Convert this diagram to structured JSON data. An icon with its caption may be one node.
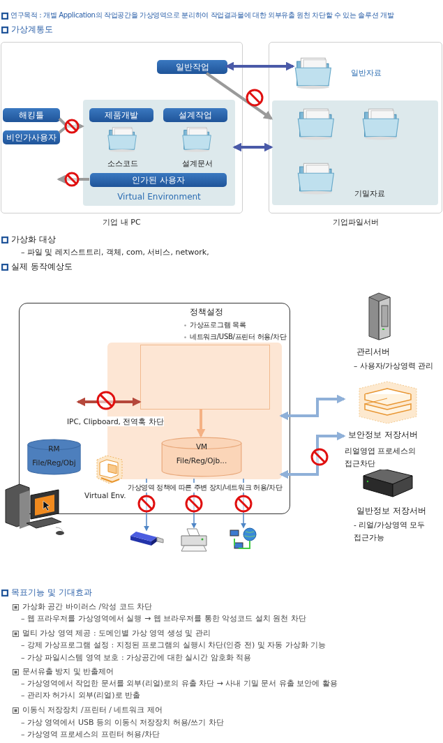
{
  "diagram": {
    "nodes": [
      {
        "text": [],
        "shape": "box",
        "beside": [
          "기업 내 PC"
        ]
      },
      {
        "text": [],
        "shape": "box",
        "beside": [
          "기업파일서버"
        ]
      },
      {
        "text": [
          "일반작업"
        ],
        "in": 0
      },
      {
        "text": [
          "해킹툴"
        ],
        "in": 0
      },
      {
        "text": [
          "비인가사용자"
        ],
        "in": 0
      },
      {
        "text": [
          "Virtual Environment"
        ],
        "in": 0
      },
      {
        "text": [
          "제품개발"
        ],
        "in": 5
      },
      {
        "text": [
          "설계작업"
        ],
        "in": 5
      },
      {
        "text": [
          "소스코드"
        ],
        "in": 5
      },
      {
        "text": [
          "설계문서"
        ],
        "in": 5
      },
      {
        "text": [
          "인가된 사용자"
        ],
        "in": 5
      },
      {
        "text": [
          "일반자료"
        ],
        "in": 1
      },
      {
        "text": [
          "기밀자료"
        ],
        "in": 1
      },
      {
        "text": [
          "정책설정",
          "가상프로그램 목록",
          "네트워크/USB/프린터 허용/차단"
        ]
      },
      {
        "text": [],
        "shape": "box",
        "in": 13
      },
      {
        "text": [],
        "shape": "box",
        "in": 14
      },
      {
        "text": [
          "VM",
          "File/Reg/Ojb..."
        ],
        "in": 14
      },
      {
        "text": [
          "RM",
          "File/Reg/Obj"
        ],
        "in": 13
      },
      {
        "text": [
          "Virtual Env."
        ],
        "in": 13
      },
      {
        "text": [
          "관리서버",
          "– 사용자/가상영력 관리"
        ]
      },
      {
        "text": [
          "보안정보 저장서버"
        ]
      },
      {
        "text": [
          "일반정보 저장서버",
          "- 리얼/가상영역 모두 접근가능"
        ]
      },
      {
        "text": [],
        "shape": "picture"
      },
      {
        "text": [],
        "shape": "picture"
      },
      {
        "text": [],
        "shape": "picture"
      }
    ],
    "edges": [
      {
        "from": 2,
        "to": 11,
        "arrow": "both",
        "color": "#4a5aa8"
      },
      {
        "from": 3,
        "to": 5,
        "arrow": "to",
        "color": "#9a9a9a"
      },
      {
        "from": 4,
        "to": 5,
        "arrow": "to",
        "color": "#9a9a9a"
      },
      {
        "from": 2,
        "to": 12,
        "arrow": "to",
        "color": "#9a9a9a"
      },
      {
        "from": 5,
        "to": 12,
        "arrow": "both",
        "color": "#4a5aa8"
      },
      {
        "from": 10,
        "to": null,
        "arrow": "to",
        "color": "#9a9a9a"
      },
      {
        "from": 15,
        "to": 16,
        "arrow": "to",
        "color": "#f4b184"
      },
      {
        "from": null,
        "to": 15,
        "arrow": "both",
        "label": "IPC, Clipboard, 전역훅 차단",
        "color": "#b5483c"
      },
      {
        "from": 14,
        "to": 20,
        "arrow": "both",
        "color": "#8fb0d8"
      },
      {
        "from": 14,
        "to": 20,
        "arrow": "both",
        "label": "리얼영엽 프로세스의 접근차단",
        "color": "#8fb0d8"
      },
      {
        "from": 14,
        "to": 22,
        "arrow": "to",
        "color": "#4f86c6"
      },
      {
        "from": 14,
        "to": 23,
        "arrow": "to",
        "color": "#4f86c6"
      },
      {
        "from": 14,
        "to": 24,
        "arrow": "to",
        "color": "#4f86c6"
      }
    ],
    "labels": [
      "연구목적 : 개별 Application의 작업공간을 가상영역으로 분리하여 작업결과물에 대한 외부유출 원천 차단할 수 있는 솔루션 개발",
      "가상계통도",
      "가상화 대상",
      "– 파일 및 레지스트트리, 객체, com, 서비스, network,",
      "실제 동작예상도",
      "가상영역 정책에 따른 주변 장치/네트워크 허용/차단",
      "목표기능 및 기대효과",
      "가상화 공간 바이러스 /악성 코드 차단",
      "– 웹 프라우저를 가상영역에서 실행 → 웹 브라우저를 통한 악성코드 설치 원천 차단",
      "멀티 가상 영역 제공 : 도메인별 가상 영역 생성 및 관리",
      "– 강제 가상프로그램 설정 : 지정된 프로그램의 실행시 차단(인증 전) 및 자동 가상화 기능",
      "– 가상 파일시스템 영역 보호 : 가상공간에 대한 실시간 암호화 적용",
      "문서유출 방지 및 반출제어",
      "– 가상영역에서 작업한 문서를 외부(리얼)로의 유출 차단 → 사내 기밀 문서 유출 보안에 활용",
      "– 관리자 허가시 외부(리얼)로 반출",
      "이동식 저장장치 /프린터 / 네트워크 제어",
      "– 가상 영역에서 USB 등의 이동식 저장장치 허용/쓰기 차단",
      "– 가상영역 프로세스의 프린터 허용/차단"
    ]
  }
}
